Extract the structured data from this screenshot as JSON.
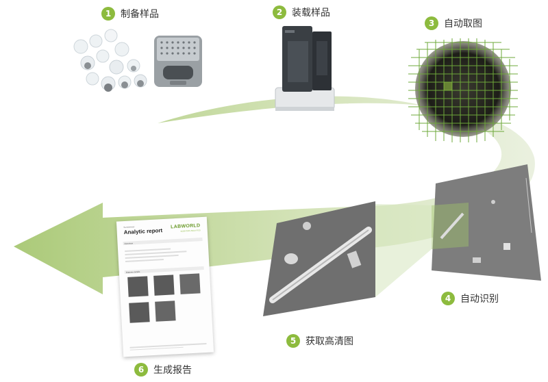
{
  "steps": [
    {
      "number": "1",
      "label": "制备样品"
    },
    {
      "number": "2",
      "label": "装载样品"
    },
    {
      "number": "3",
      "label": "自动取图"
    },
    {
      "number": "4",
      "label": "自动识别"
    },
    {
      "number": "5",
      "label": "获取高清图"
    },
    {
      "number": "6",
      "label": "生成报告"
    }
  ],
  "report": {
    "kicker": "Sensiviewer",
    "title": "Analytic report",
    "logo": "LABWORLD",
    "logo_sub": "SCIENTIFIC ANALYTICS",
    "overview": "Overview",
    "diatoms_details": "Diatoms details"
  },
  "colors": {
    "accent": "#8dbb3e",
    "arrow": "#a9c878",
    "grid": "#6ea83a"
  }
}
